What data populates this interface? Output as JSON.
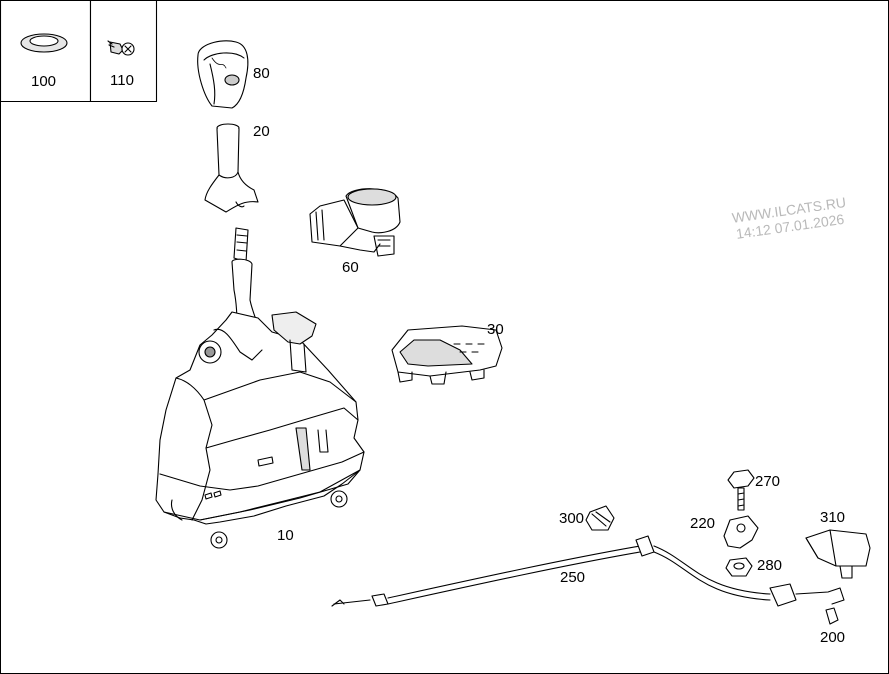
{
  "watermark": {
    "line1": "WWW.ILCATS.RU",
    "line2": "14:12 07.01.2026"
  },
  "legend_boxes": [
    {
      "label": "100",
      "icon": "grommet-icon"
    },
    {
      "label": "110",
      "icon": "screw-icon"
    }
  ],
  "parts": {
    "p80": "80",
    "p20": "20",
    "p60": "60",
    "p30": "30",
    "p10": "10",
    "p270": "270",
    "p220": "220",
    "p280": "280",
    "p310": "310",
    "p300": "300",
    "p250": "250",
    "p200": "200"
  },
  "colors": {
    "line": "#000000",
    "watermark": "#b9b9b9",
    "fill": "#ffffff",
    "shade": "#d8d8d8"
  }
}
